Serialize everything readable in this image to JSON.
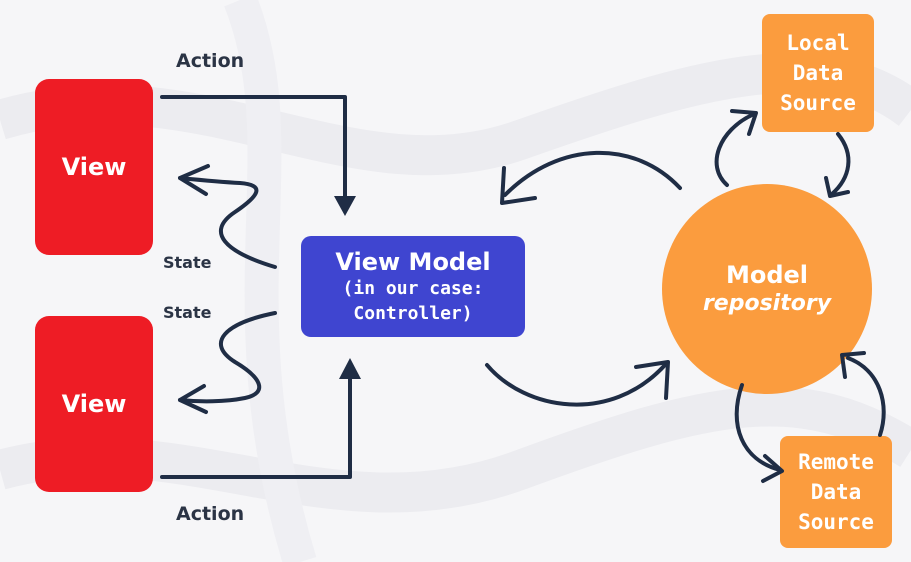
{
  "colors": {
    "view": "#ee1c25",
    "view_model": "#3f45d0",
    "model": "#fb9c3e",
    "arrow": "#1f2d45",
    "label": "#2b3445"
  },
  "views": [
    {
      "label": "View"
    },
    {
      "label": "View"
    }
  ],
  "view_model": {
    "title": "View Model",
    "line1": "(in our case:",
    "line2": "Controller)"
  },
  "model": {
    "title": "Model",
    "subtitle": "repository"
  },
  "local_source": {
    "line1": "Local",
    "line2": "Data",
    "line3": "Source"
  },
  "remote_source": {
    "line1": "Remote",
    "line2": "Data",
    "line3": "Source"
  },
  "edge_labels": {
    "action_top": "Action",
    "action_bottom": "Action",
    "state_top": "State",
    "state_bottom": "State"
  }
}
